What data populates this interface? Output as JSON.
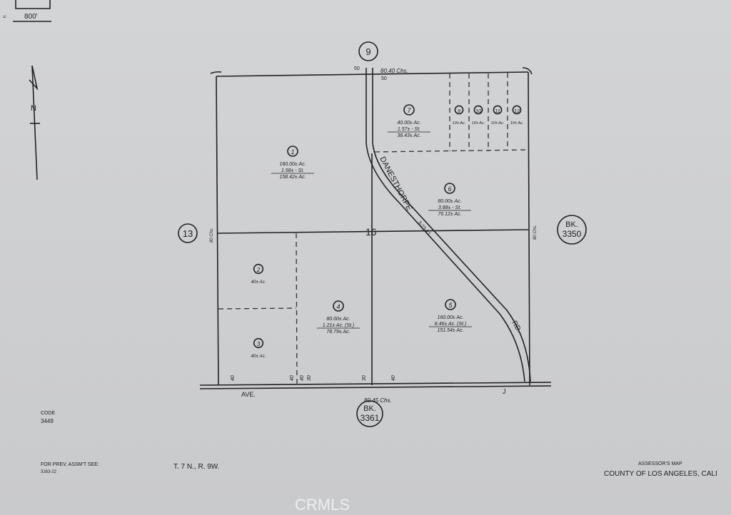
{
  "scale": {
    "value": "800'"
  },
  "north_arrow": {
    "label": "N"
  },
  "section": {
    "number": "16",
    "adjacent_top": "9",
    "adjacent_left": "13"
  },
  "books": {
    "right": {
      "prefix": "BK.",
      "number": "3350"
    },
    "bottom": {
      "prefix": "BK.",
      "number": "3361"
    }
  },
  "dimensions": {
    "top": "80.40 Chs.",
    "bottom": "80.45 Chs.",
    "left": "80 Chs.",
    "right": "80 Chs.",
    "road_top_a": "50",
    "road_top_b": "50",
    "bottom_ticks": [
      "40",
      "40",
      "40",
      "30",
      "30",
      "40"
    ]
  },
  "roads": {
    "danesthorpe": "DANESTHORPE",
    "rd": "RD.",
    "ave": "AVE.",
    "j": "J",
    "road_note": "3-23-71"
  },
  "parcels": [
    {
      "num": "1",
      "lines": [
        "160.00± Ac.",
        "1.58± - St.",
        "158.42± Ac."
      ]
    },
    {
      "num": "2",
      "lines": [
        "40± Ac."
      ]
    },
    {
      "num": "3",
      "lines": [
        "40± Ac."
      ]
    },
    {
      "num": "4",
      "lines": [
        "80.00± Ac.",
        "1.21± Ac. (St.)",
        "78.79± Ac."
      ]
    },
    {
      "num": "5",
      "lines": [
        "160.00± Ac.",
        "8.46± Ac. (St.)",
        "151.54± Ac."
      ]
    },
    {
      "num": "6",
      "lines": [
        "80.00± Ac.",
        "3.88± - St.",
        "76.12± Ac."
      ]
    },
    {
      "num": "7",
      "lines": [
        "40.00± Ac.",
        "1.57± - St.",
        "38.43± Ac."
      ]
    },
    {
      "num": "9",
      "lines": [
        "10± Ac."
      ]
    },
    {
      "num": "10",
      "lines": [
        "10± Ac."
      ]
    },
    {
      "num": "11",
      "lines": [
        "10± Ac."
      ]
    },
    {
      "num": "12",
      "lines": [
        "10± Ac."
      ]
    }
  ],
  "footer": {
    "code_label": "CODE",
    "code_value": "3449",
    "prev_label": "FOR PREV. ASSM'T SEE:",
    "prev_value": "3163-22",
    "township": "T. 7 N., R. 9W.",
    "title_small": "ASSESSOR'S MAP",
    "title_county": "COUNTY OF LOS ANGELES, CALI"
  },
  "watermark": "CRMLS"
}
